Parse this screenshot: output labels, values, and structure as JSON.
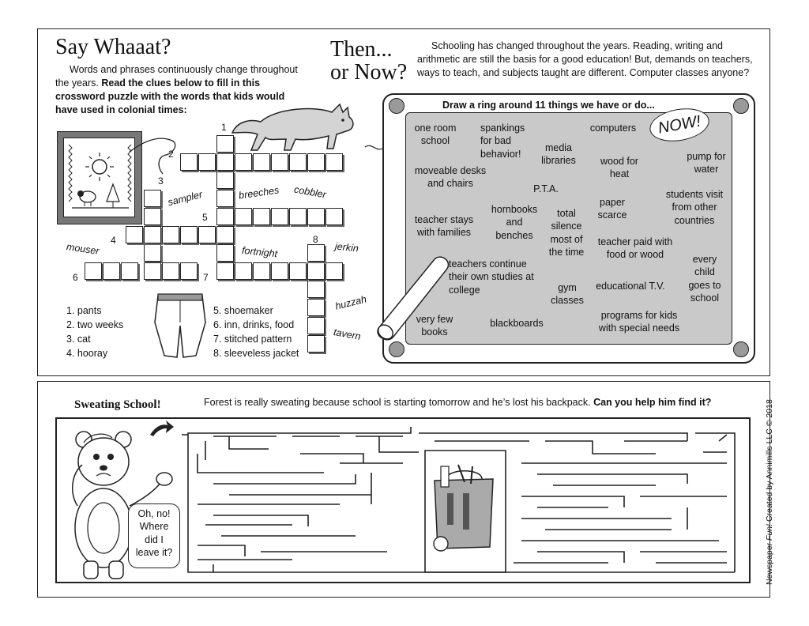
{
  "left_panel": {
    "title": "Say Whaaat?",
    "intro_plain": "Words and phrases continuously change throughout the years.",
    "intro_bold": "Read the clues below to fill in this crossword puzzle with the words that kids would have used in colonial times:",
    "word_bank": [
      "sampler",
      "breeches",
      "cobbler",
      "mouser",
      "fortnight",
      "jerkin",
      "huzzah",
      "tavern"
    ],
    "clue_numbers": [
      "1",
      "2",
      "3",
      "4",
      "5",
      "6",
      "7",
      "8"
    ],
    "clues_left": [
      "1. pants",
      "2. two weeks",
      "3. cat",
      "4. hooray"
    ],
    "clues_right": [
      "5. shoemaker",
      "6. inn, drinks, food",
      "7. stitched pattern",
      "8. sleeveless jacket"
    ]
  },
  "right_panel": {
    "title_line1": "Then...",
    "title_line2": "or Now?",
    "intro": "Schooling has changed throughout the years. Reading, writing and arithmetic are still the basis for a good education! But, demands on teachers, ways to teach, and subjects taught are different. Computer classes anyone?",
    "board_heading": "Draw a ring around 11 things we have or do...",
    "now_label": "NOW!",
    "items": [
      "one room school",
      "spankings for bad behavior!",
      "computers",
      "media libraries",
      "wood for heat",
      "pump for water",
      "moveable desks and chairs",
      "P.T.A.",
      "paper scarce",
      "students visit from other countries",
      "teacher stays with families",
      "hornbooks and benches",
      "total silence most of the time",
      "teacher paid with food or wood",
      "every child goes to school",
      "teachers continue their own studies at college",
      "gym classes",
      "educational T.V.",
      "very few books",
      "blackboards",
      "programs for kids with special needs"
    ]
  },
  "bottom_panel": {
    "title": "Sweating School!",
    "intro_plain": "Forest is really sweating because school is starting tomorrow and he’s lost his backpack.",
    "intro_bold": "Can you help him find it?",
    "speech_line1": "Oh, no!",
    "speech_line2": "Where",
    "speech_line3": "did I",
    "speech_line4": "leave it?"
  },
  "copyright": {
    "pre": "Newspaper ",
    "italic": "Fun!",
    "post": " Created by Annimills LLC © 2018"
  }
}
